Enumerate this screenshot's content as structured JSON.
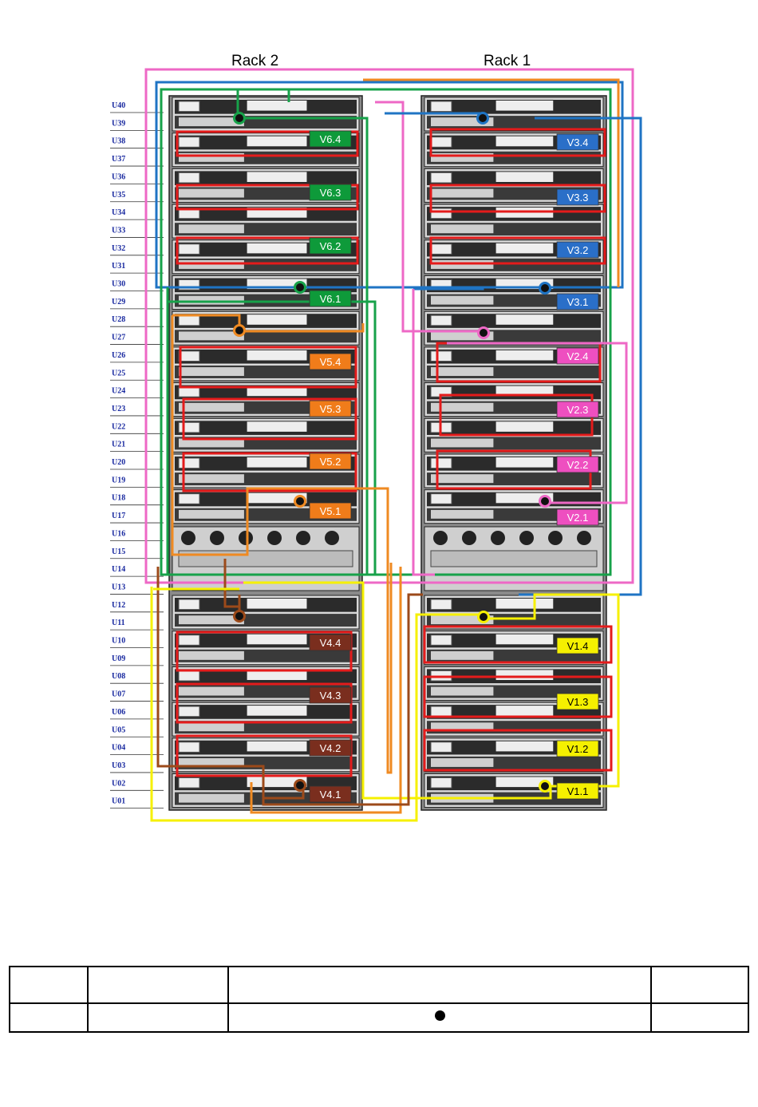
{
  "racks": [
    {
      "title": "Rack 2"
    },
    {
      "title": "Rack 1"
    }
  ],
  "units": [
    "U40",
    "U39",
    "U38",
    "U37",
    "U36",
    "U35",
    "U34",
    "U33",
    "U32",
    "U31",
    "U30",
    "U29",
    "U28",
    "U27",
    "U26",
    "U25",
    "U24",
    "U23",
    "U22",
    "U21",
    "U20",
    "U19",
    "U18",
    "U17",
    "U16",
    "U15",
    "U14",
    "U13",
    "U12",
    "U11",
    "U10",
    "U09",
    "U08",
    "U07",
    "U06",
    "U05",
    "U04",
    "U03",
    "U02",
    "U01"
  ],
  "rack2_labels": [
    {
      "text": "V6.4",
      "color": "#0e9a3a",
      "fg": "#ffffff"
    },
    {
      "text": "V6.3",
      "color": "#0e9a3a",
      "fg": "#ffffff"
    },
    {
      "text": "V6.2",
      "color": "#0e9a3a",
      "fg": "#ffffff"
    },
    {
      "text": "V6.1",
      "color": "#0e9a3a",
      "fg": "#ffffff"
    },
    {
      "text": "V5.4",
      "color": "#f07c1a",
      "fg": "#ffffff"
    },
    {
      "text": "V5.3",
      "color": "#f07c1a",
      "fg": "#ffffff"
    },
    {
      "text": "V5.2",
      "color": "#f07c1a",
      "fg": "#ffffff"
    },
    {
      "text": "V5.1",
      "color": "#f07c1a",
      "fg": "#ffffff"
    },
    {
      "text": "V4.4",
      "color": "#7a2e1e",
      "fg": "#ffffff"
    },
    {
      "text": "V4.3",
      "color": "#7a2e1e",
      "fg": "#ffffff"
    },
    {
      "text": "V4.2",
      "color": "#7a2e1e",
      "fg": "#ffffff"
    },
    {
      "text": "V4.1",
      "color": "#7a2e1e",
      "fg": "#ffffff"
    }
  ],
  "rack1_labels": [
    {
      "text": "V3.4",
      "color": "#2a6fc8",
      "fg": "#ffffff"
    },
    {
      "text": "V3.3",
      "color": "#2a6fc8",
      "fg": "#ffffff"
    },
    {
      "text": "V3.2",
      "color": "#2a6fc8",
      "fg": "#ffffff"
    },
    {
      "text": "V3.1",
      "color": "#2a6fc8",
      "fg": "#ffffff"
    },
    {
      "text": "V2.4",
      "color": "#ee4fc0",
      "fg": "#ffffff"
    },
    {
      "text": "V2.3",
      "color": "#ee4fc0",
      "fg": "#ffffff"
    },
    {
      "text": "V2.2",
      "color": "#ee4fc0",
      "fg": "#ffffff"
    },
    {
      "text": "V2.1",
      "color": "#ee4fc0",
      "fg": "#ffffff"
    },
    {
      "text": "V1.4",
      "color": "#f5f000",
      "fg": "#000000"
    },
    {
      "text": "V1.3",
      "color": "#f5f000",
      "fg": "#000000"
    },
    {
      "text": "V1.2",
      "color": "#f5f000",
      "fg": "#000000"
    },
    {
      "text": "V1.1",
      "color": "#f5f000",
      "fg": "#000000"
    }
  ],
  "cable_colors": {
    "green": "#17a24a",
    "orange": "#ef8a22",
    "brown": "#9c4a1a",
    "blue": "#1f74c4",
    "pink": "#ee68c6",
    "yellow": "#f6f000",
    "red": "#e41b1b"
  },
  "legend": {
    "row1": [
      "",
      "",
      "",
      ""
    ],
    "row2": [
      "",
      "",
      "",
      ""
    ],
    "marker_icon": "filled-circle"
  }
}
